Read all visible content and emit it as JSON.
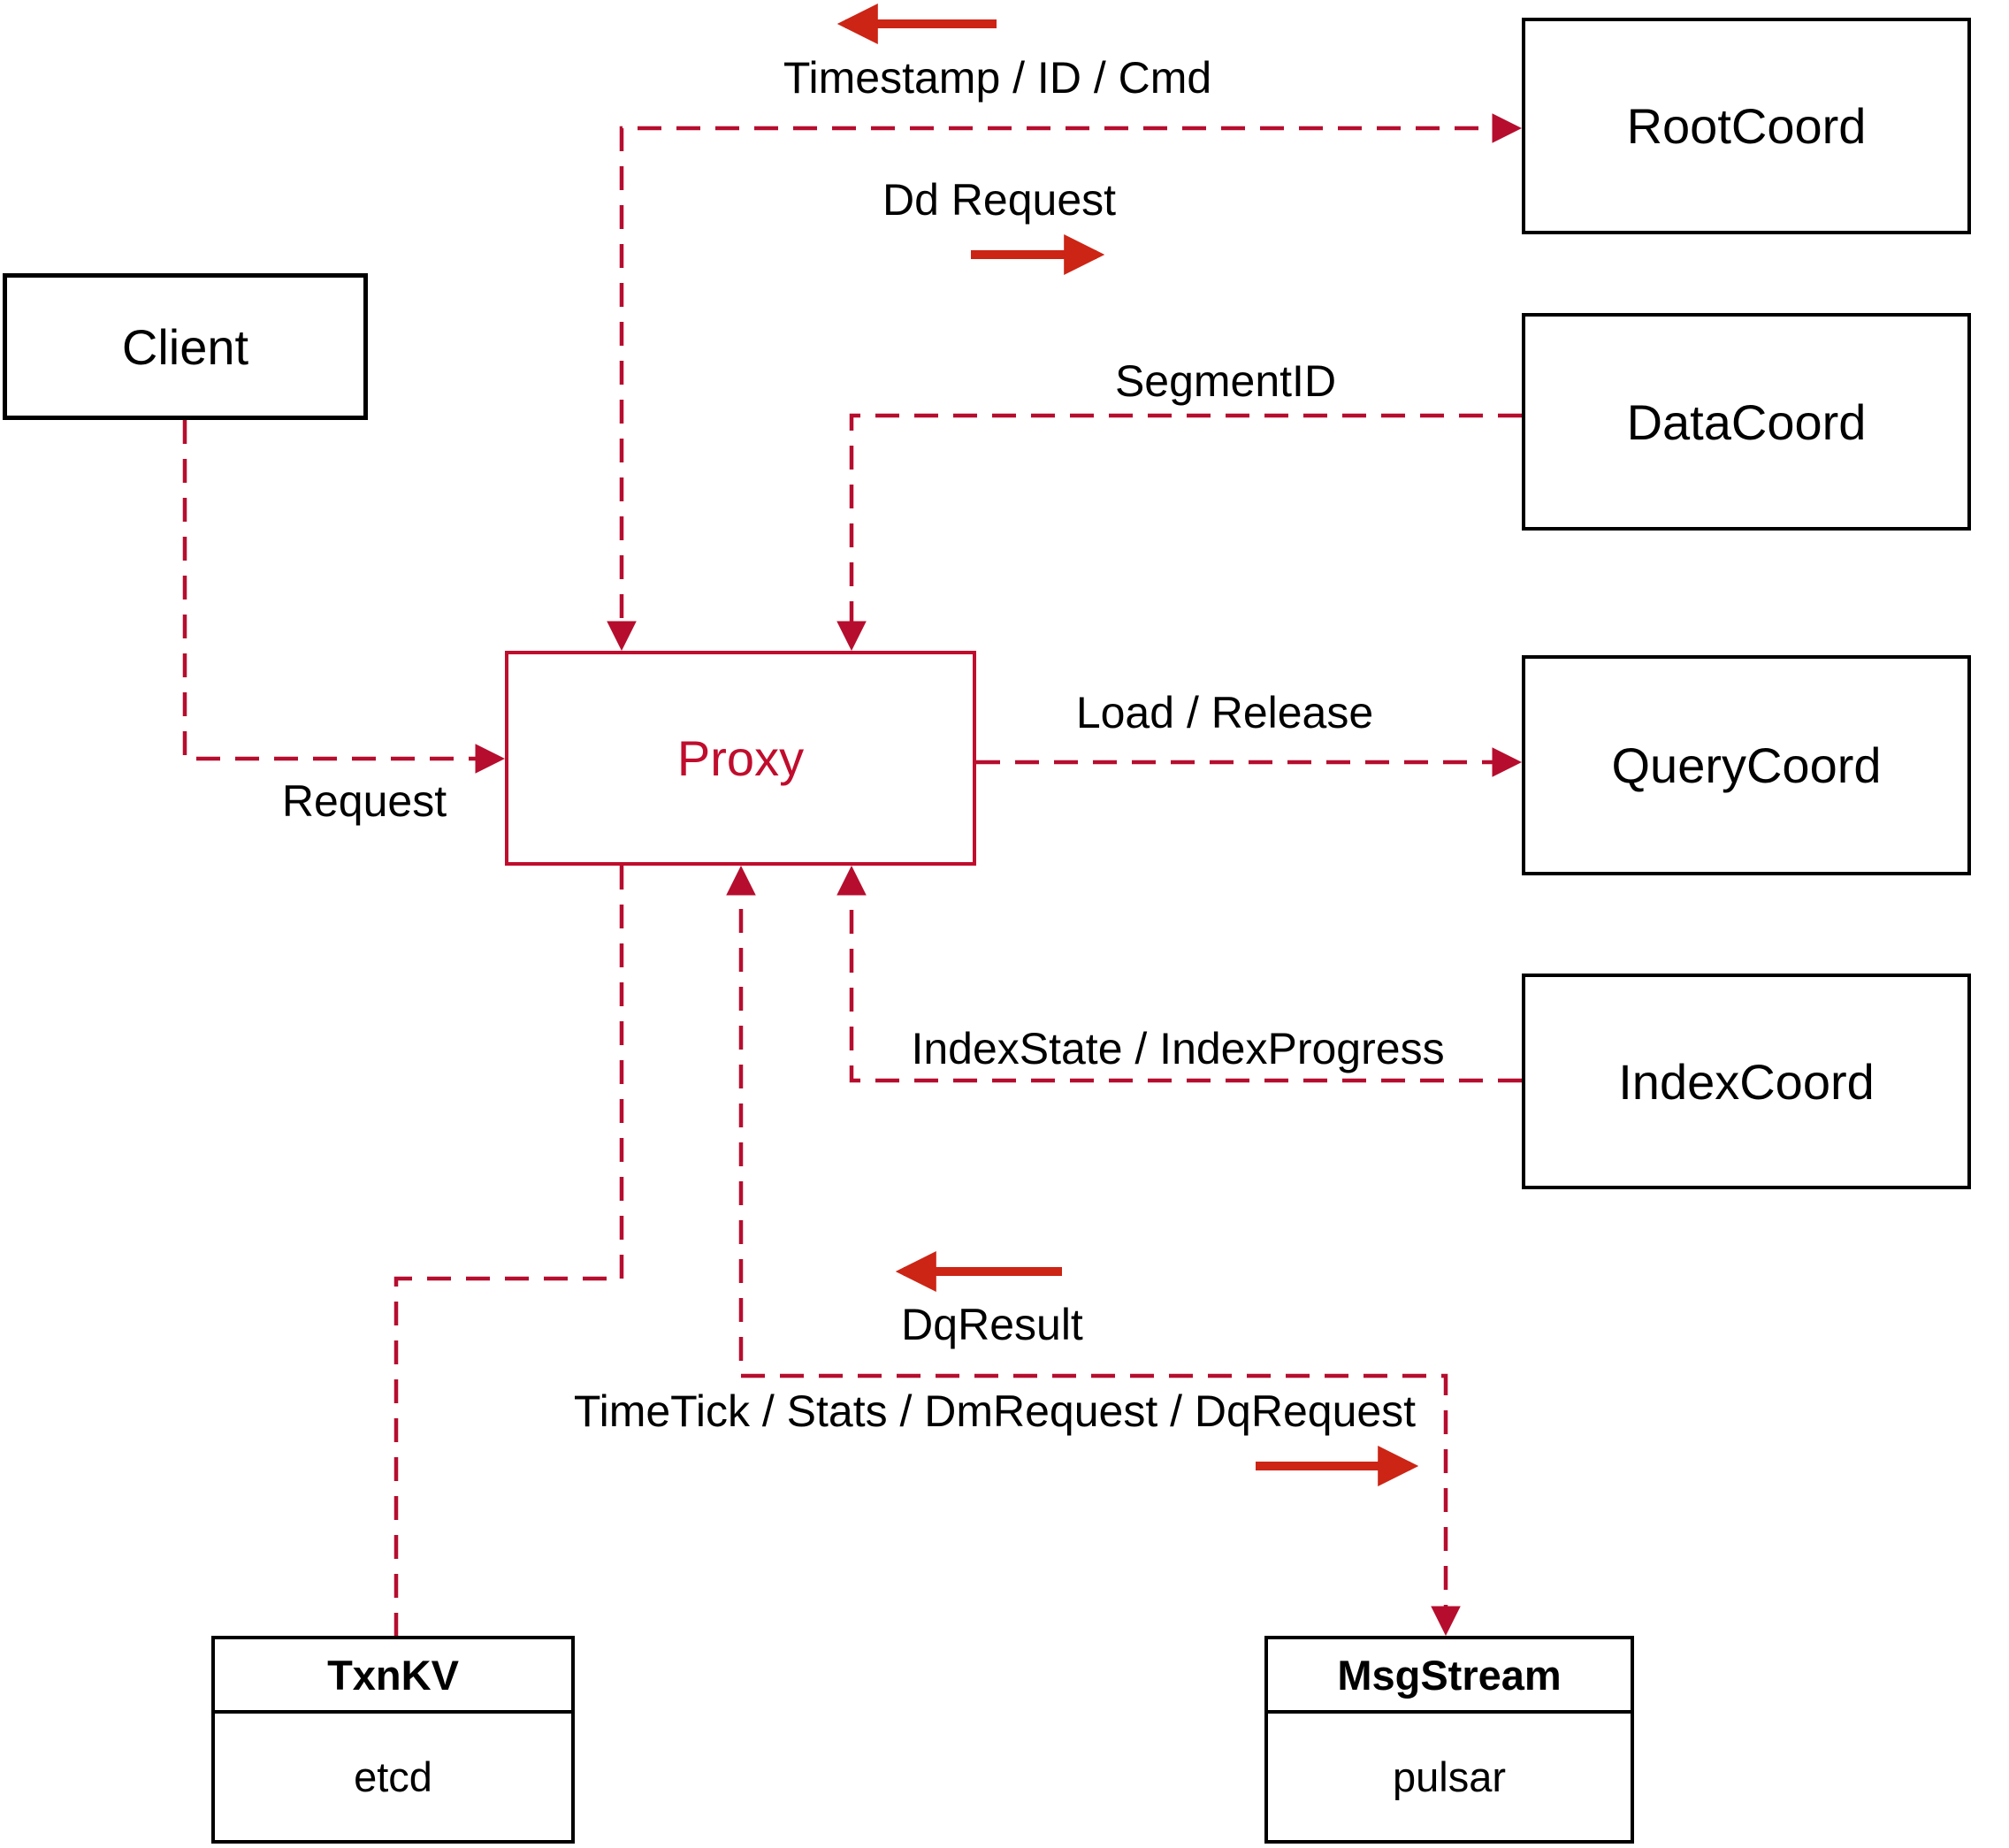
{
  "diagram": {
    "nodes": {
      "client": {
        "label": "Client"
      },
      "proxy": {
        "label": "Proxy"
      },
      "rootcoord": {
        "label": "RootCoord"
      },
      "datacoord": {
        "label": "DataCoord"
      },
      "querycoord": {
        "label": "QueryCoord"
      },
      "indexcoord": {
        "label": "IndexCoord"
      },
      "txnkv": {
        "title": "TxnKV",
        "impl": "etcd"
      },
      "msgstream": {
        "title": "MsgStream",
        "impl": "pulsar"
      }
    },
    "edge_labels": {
      "timestamp_id_cmd": "Timestamp / ID / Cmd",
      "dd_request": "Dd Request",
      "segment_id": "SegmentID",
      "load_release": "Load / Release",
      "index_state_progress": "IndexState / IndexProgress",
      "request": "Request",
      "dq_result": "DqResult",
      "timetick_stats": "TimeTick / Stats / DmRequest / DqRequest"
    },
    "edges": [
      {
        "from": "Client",
        "to": "Proxy",
        "label": "Request",
        "arrow": "to"
      },
      {
        "from": "Proxy",
        "to": "RootCoord",
        "label": "Dd Request / Timestamp / ID / Cmd",
        "arrow": "both"
      },
      {
        "from": "DataCoord",
        "to": "Proxy",
        "label": "SegmentID",
        "arrow": "to"
      },
      {
        "from": "Proxy",
        "to": "QueryCoord",
        "label": "Load / Release",
        "arrow": "to"
      },
      {
        "from": "IndexCoord",
        "to": "Proxy",
        "label": "IndexState / IndexProgress",
        "arrow": "to"
      },
      {
        "from": "Proxy",
        "to": "TxnKV",
        "label": "",
        "arrow": "none"
      },
      {
        "from": "Proxy",
        "to": "MsgStream",
        "label": "TimeTick / Stats / DmRequest / DqRequest / DqResult",
        "arrow": "both"
      }
    ],
    "colors": {
      "dashed_line": "#b60d2e",
      "solid_arrow": "#cc2415",
      "proxy_accent": "#c00d2d",
      "node_border": "#000000",
      "label_text": "#000000",
      "background": "#ffffff"
    }
  }
}
